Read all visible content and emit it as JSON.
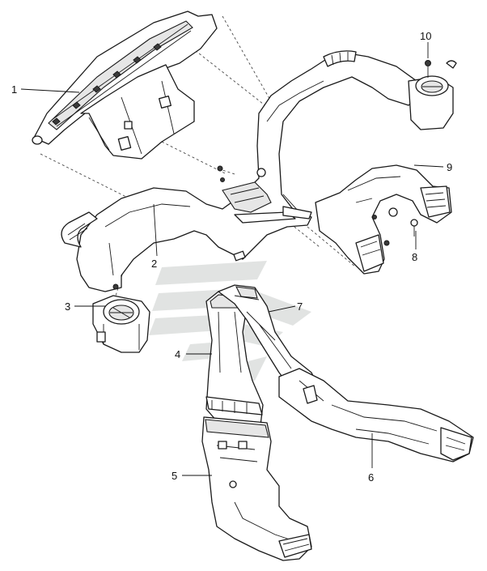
{
  "diagram": {
    "callouts": [
      {
        "id": "1",
        "label": "1"
      },
      {
        "id": "2",
        "label": "2"
      },
      {
        "id": "3",
        "label": "3"
      },
      {
        "id": "4",
        "label": "4"
      },
      {
        "id": "5",
        "label": "5"
      },
      {
        "id": "6",
        "label": "6"
      },
      {
        "id": "7",
        "label": "7"
      },
      {
        "id": "8",
        "label": "8"
      },
      {
        "id": "9",
        "label": "9"
      },
      {
        "id": "10",
        "label": "10"
      }
    ],
    "watermark_icon": "company-logo-watermark"
  }
}
